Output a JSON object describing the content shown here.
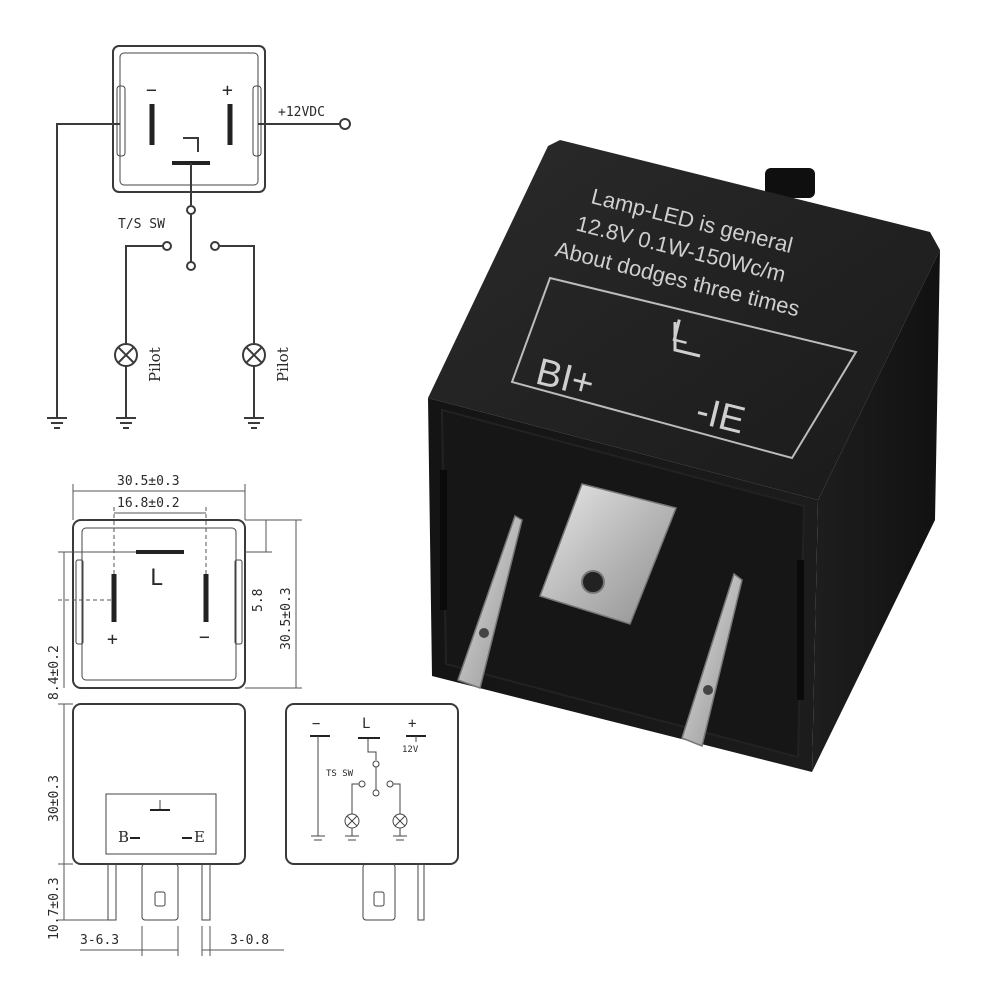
{
  "wiring": {
    "minus": "−",
    "plus": "+",
    "supply": "+12VDC",
    "switch": "T/S SW",
    "pilot_left": "Pilot",
    "pilot_right": "Pilot"
  },
  "relay": {
    "line1": "Lamp-LED  is general",
    "line2": "12.8V 0.1W-150Wc/m",
    "line3": "About dodges three times",
    "label_l": "L",
    "label_b": "BI+",
    "label_e": "-IE"
  },
  "dimensions": {
    "width_overall": "30.5±0.3",
    "pin_spacing": "16.8±0.2",
    "height_top": "30.5±0.3",
    "inner": "5.8",
    "side": "8.4±0.2",
    "body_height": "30±0.3",
    "pin_length": "10.7±0.3",
    "pin_wide": "3-6.3",
    "pin_thin": "3-0.8",
    "pin_l": "L",
    "pin_plus": "+",
    "pin_minus": "−",
    "front_b": "B",
    "front_e": "E"
  },
  "schematic": {
    "minus": "−",
    "l": "L",
    "plus": "+",
    "volt": "12V",
    "switch": "TS SW"
  }
}
